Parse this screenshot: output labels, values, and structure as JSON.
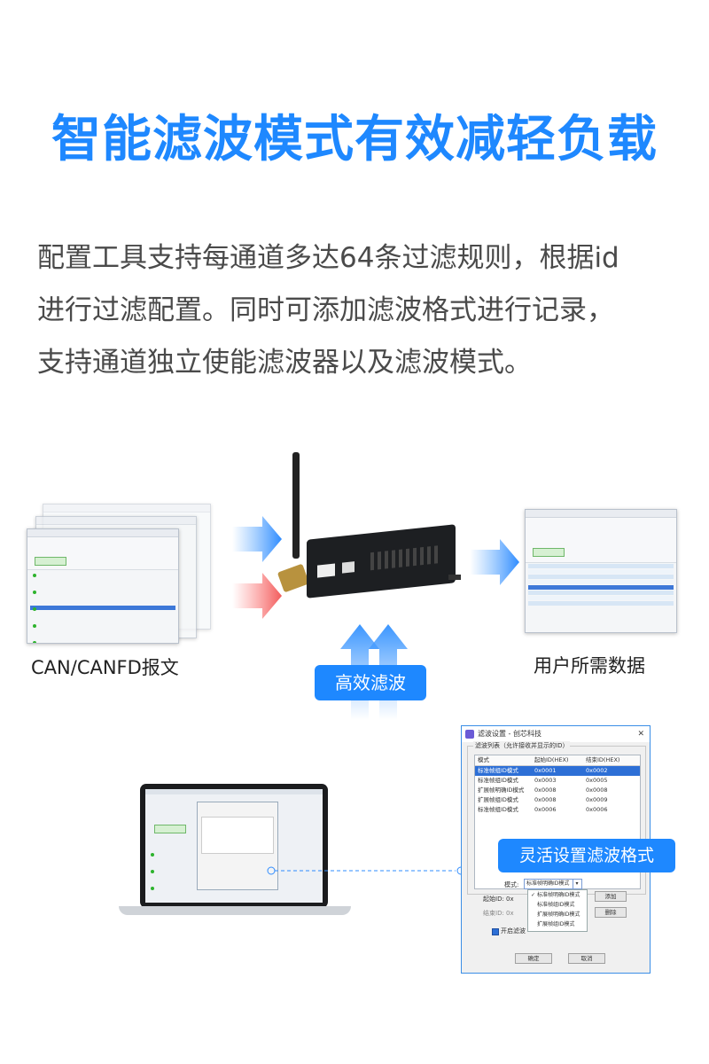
{
  "title": "智能滤波模式有效减轻负载",
  "description": [
    "配置工具支持每通道多达64条过滤规则，根据id",
    "进行过滤配置。同时可添加滤波格式进行记录，",
    "支持通道独立使能滤波器以及滤波模式。"
  ],
  "diagram": {
    "left_label": "CAN/CANFD报文",
    "right_label": "用户所需数据",
    "filter_badge": "高效滤波",
    "flexible_badge": "灵活设置滤波格式"
  },
  "dialog": {
    "title": "滤波设置 - 创芯科技",
    "close": "✕",
    "group_label": "滤波列表（允许接收并显示的ID）",
    "columns": [
      "模式",
      "起始ID(HEX)",
      "结束ID(HEX)"
    ],
    "rows": [
      [
        "标准帧组ID模式",
        "0x0001",
        "0x0002"
      ],
      [
        "标准帧组ID模式",
        "0x0003",
        "0x0005"
      ],
      [
        "扩展帧明确ID模式",
        "0x0008",
        "0x0008"
      ],
      [
        "扩展帧组ID模式",
        "0x0008",
        "0x0009"
      ],
      [
        "标准帧组ID模式",
        "0x0006",
        "0x0006"
      ]
    ],
    "mode_label": "模式:",
    "mode_value": "标准帧明确ID模式",
    "mode_options": [
      "标准帧明确ID模式",
      "标准帧组ID模式",
      "扩展帧明确ID模式",
      "扩展帧组ID模式"
    ],
    "start_label": "起始ID: 0x",
    "end_label": "结束ID: 0x",
    "add_button": "添加",
    "delete_button": "删除",
    "enable_label": "开启滤波",
    "ok_button": "确定",
    "cancel_button": "取消"
  },
  "colors": {
    "accent": "#1e88ff",
    "red_arrow": "#f25b5b",
    "selection": "#2d6fd6"
  }
}
